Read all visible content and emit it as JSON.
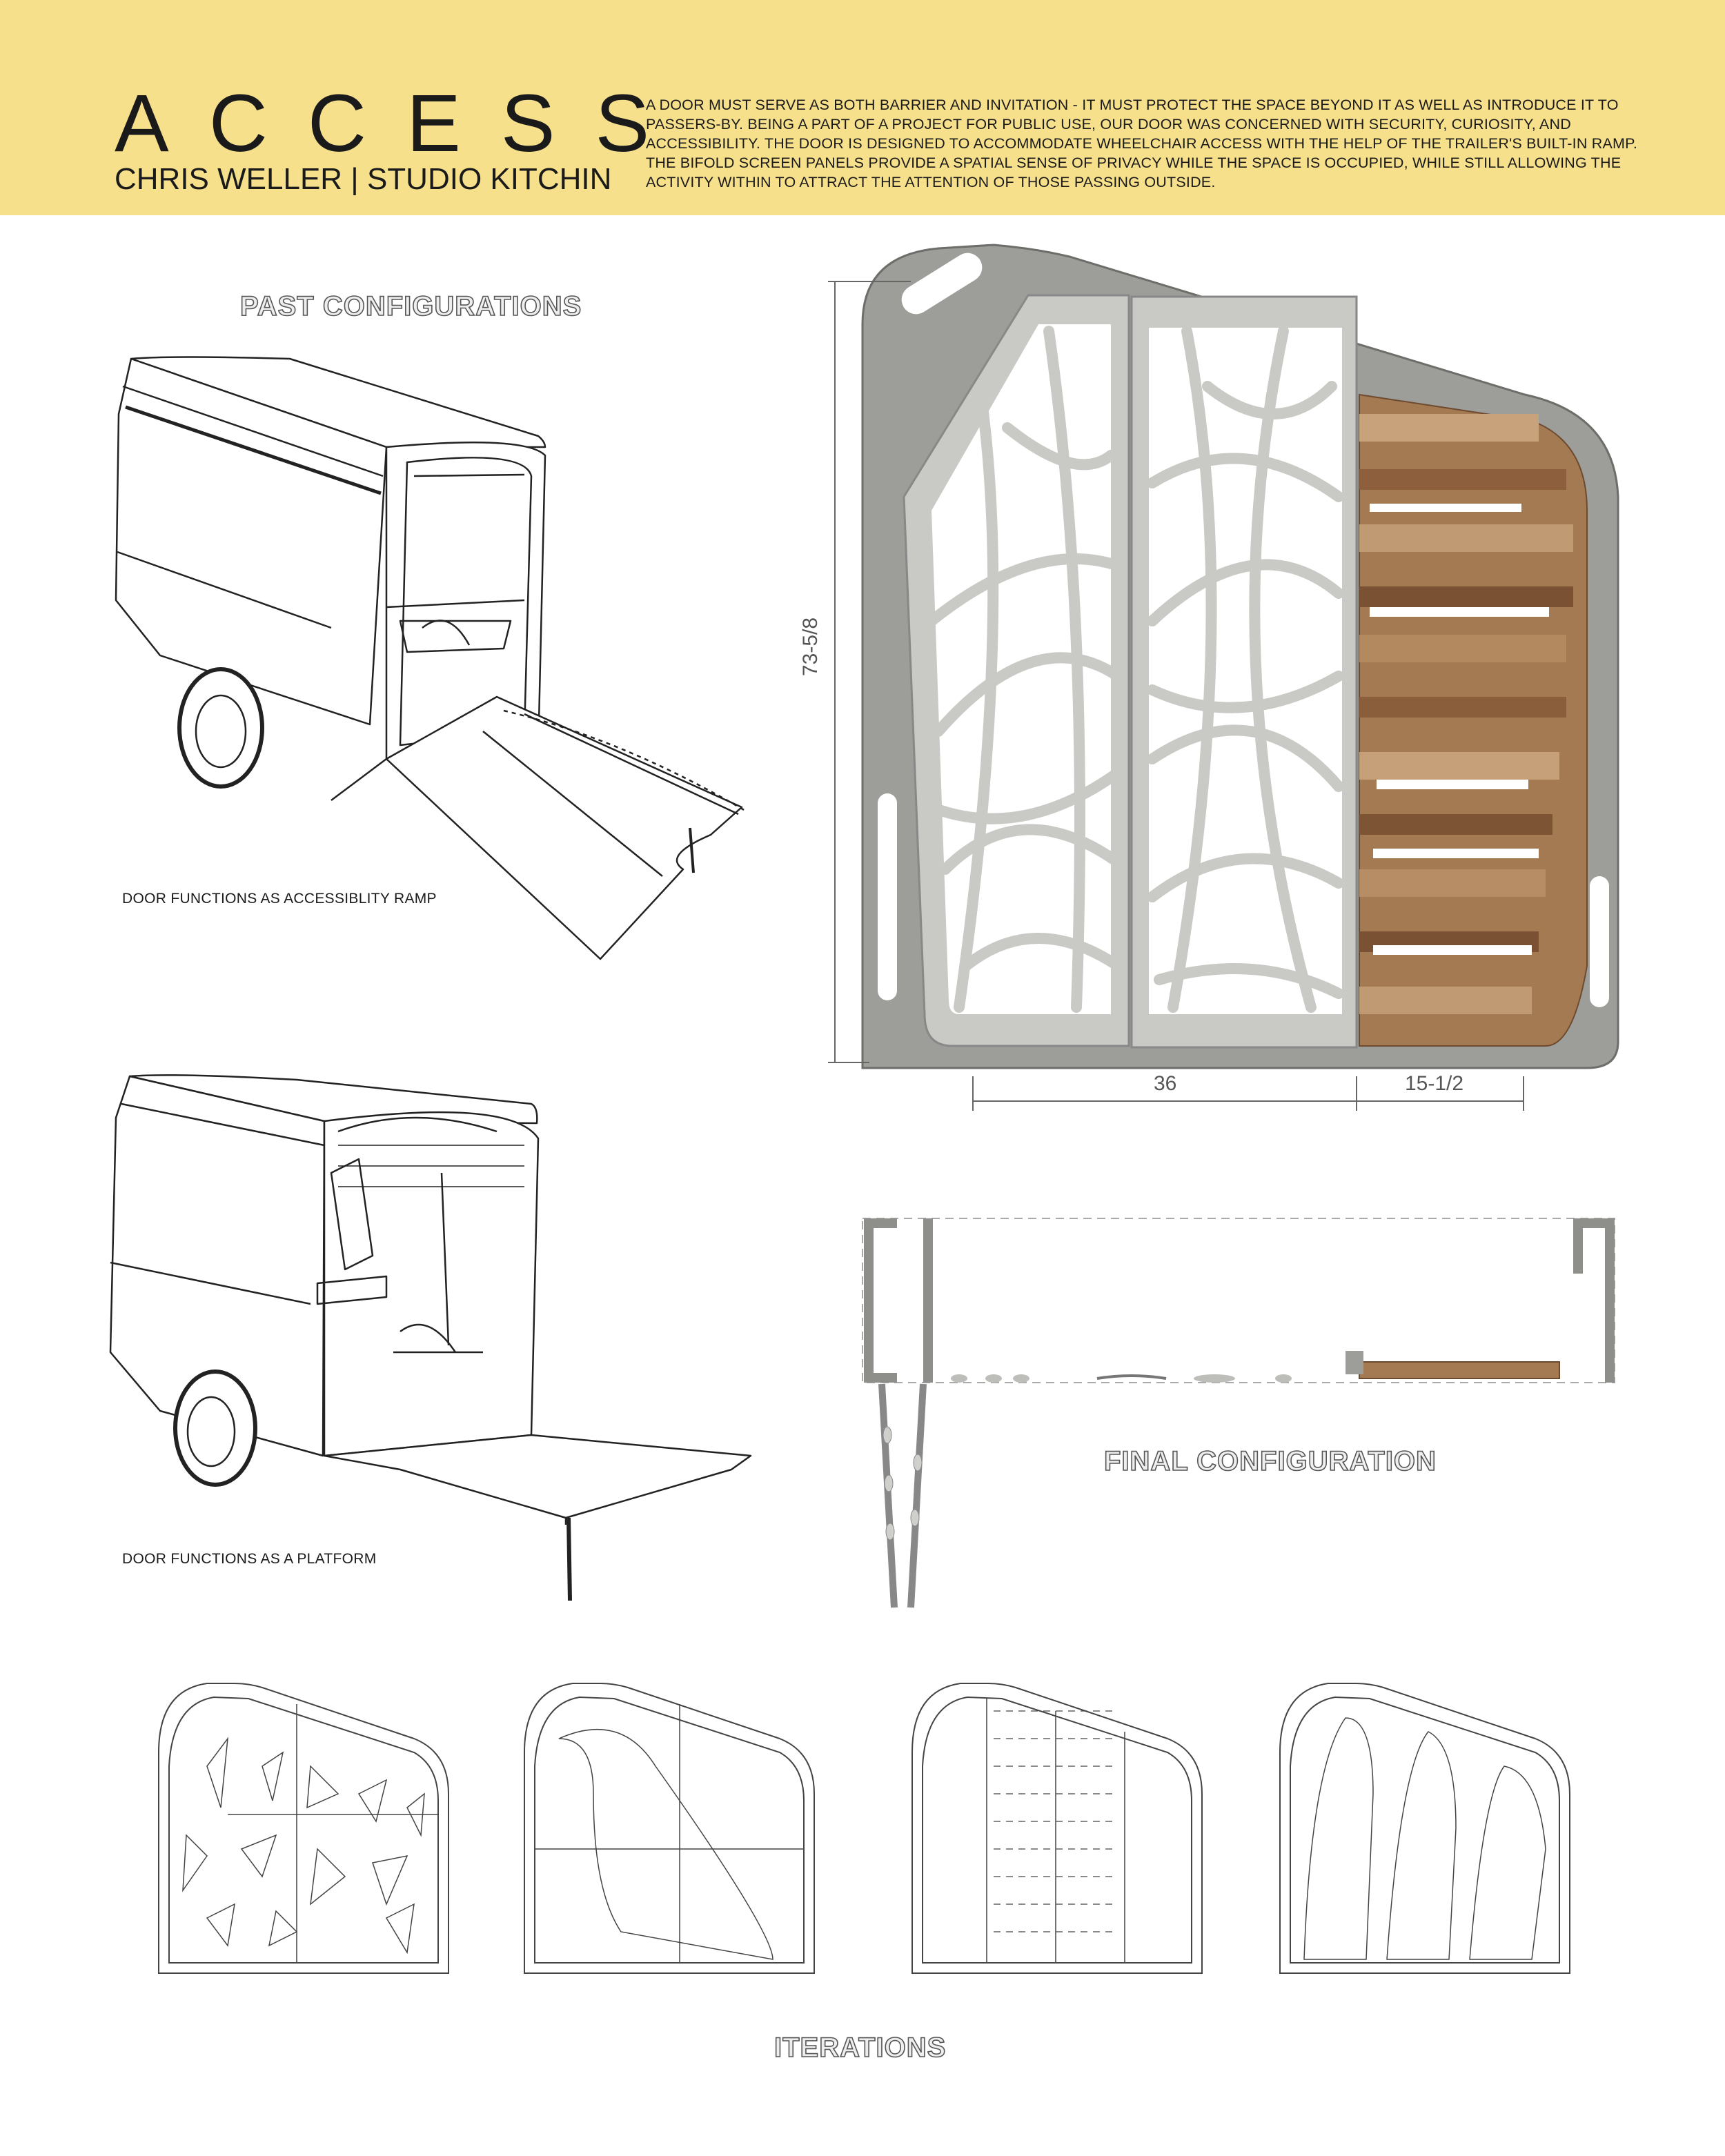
{
  "header": {
    "title": "ACCESS",
    "subtitle": "CHRIS WELLER | STUDIO KITCHIN",
    "description": "A DOOR MUST SERVE AS BOTH BARRIER AND INVITATION - IT MUST PROTECT THE SPACE BEYOND IT AS WELL AS INTRODUCE IT TO PASSERS-BY. BEING A PART OF A PROJECT FOR PUBLIC USE, OUR DOOR WAS CONCERNED WITH SECURITY, CURIOSITY, AND ACCESSIBILITY. THE DOOR IS DESIGNED TO ACCOMMODATE WHEELCHAIR ACCESS WITH THE HELP OF THE TRAILER'S BUILT-IN RAMP. THE BIFOLD SCREEN PANELS PROVIDE A SPATIAL SENSE OF PRIVACY WHILE THE SPACE IS OCCUPIED, WHILE STILL ALLOWING THE ACTIVITY WITHIN TO ATTRACT THE ATTENTION OF THOSE PASSING OUTSIDE."
  },
  "sections": {
    "past": "PAST CONFIGURATIONS",
    "final": "FINAL CONFIGURATION",
    "iterations": "ITERATIONS"
  },
  "captions": {
    "ramp": "DOOR FUNCTIONS AS ACCESSIBLITY RAMP",
    "platform": "DOOR FUNCTIONS AS A PLATFORM"
  },
  "dimensions": {
    "height": "73-5/8",
    "door_width": "36",
    "side_width": "15-1/2"
  },
  "colors": {
    "banner": "#f6e08c",
    "frame": "#9a9a96",
    "screen": "#cfcfcb",
    "wood_light": "#c09a72",
    "wood_dark": "#7a5132"
  }
}
